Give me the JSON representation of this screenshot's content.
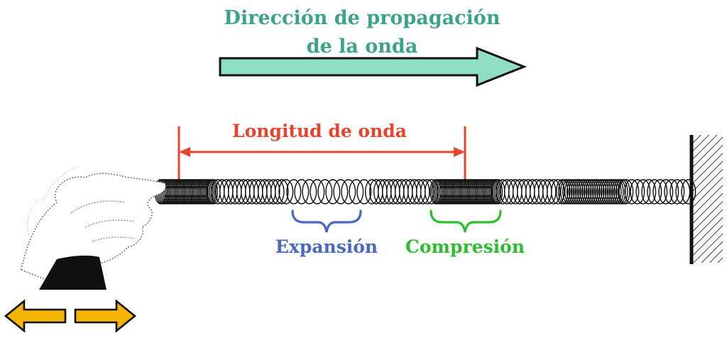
{
  "labels": {
    "direction_line1": "Dirección de propagación",
    "direction_line2": "de la onda",
    "wavelength": "Longitud de onda",
    "expansion": "Expansión",
    "compression": "Compresión"
  },
  "colors": {
    "direction": "#3aa58a",
    "direction_arrow_fill": "#8fe0c3",
    "wavelength": "#e8432d",
    "expansion": "#4a67c4",
    "compression": "#2ebd2e",
    "motion_arrows": "#f5b400",
    "spring": "#111111"
  },
  "icons": {
    "hand": "hand-icon",
    "wall": "wall-icon",
    "motion": "double-arrow-icon"
  }
}
